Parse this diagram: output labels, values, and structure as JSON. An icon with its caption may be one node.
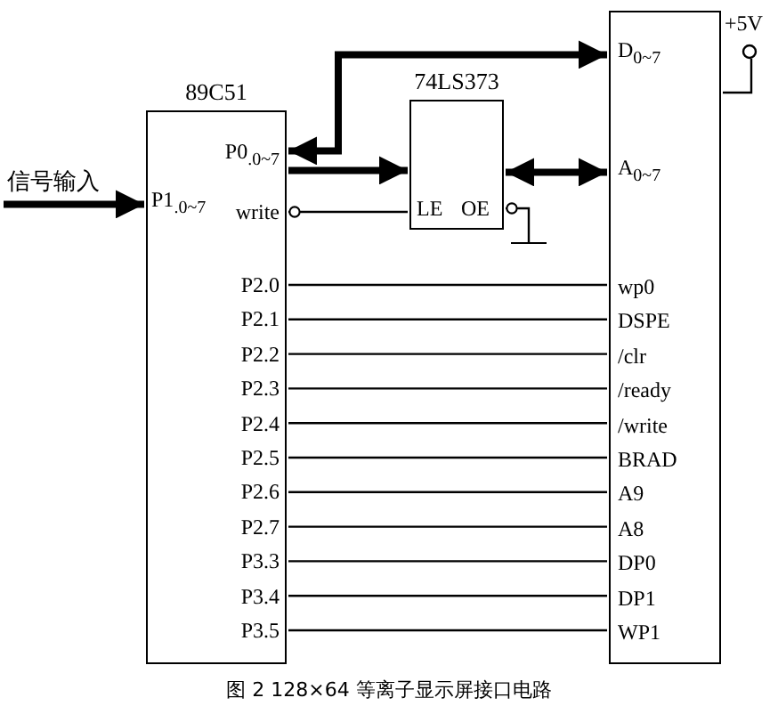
{
  "diagram": {
    "caption": "图 2 128×64 等离子显示屏接口电路",
    "nodes": [
      {
        "text": [
          "89C51"
        ]
      },
      {
        "text": [
          "P0$_{.0~7}$"
        ],
        "in": 0
      },
      {
        "text": [
          "P1$_{.0~7}$"
        ],
        "in": 0
      },
      {
        "text": [
          "write"
        ],
        "in": 0
      },
      {
        "text": [
          "P2.0"
        ],
        "in": 0
      },
      {
        "text": [
          "P2.1"
        ],
        "in": 0
      },
      {
        "text": [
          "P2.2"
        ],
        "in": 0
      },
      {
        "text": [
          "P2.3"
        ],
        "in": 0
      },
      {
        "text": [
          "P2.4"
        ],
        "in": 0
      },
      {
        "text": [
          "P2.5"
        ],
        "in": 0
      },
      {
        "text": [
          "P2.6"
        ],
        "in": 0
      },
      {
        "text": [
          "P2.7"
        ],
        "in": 0
      },
      {
        "text": [
          "P3.3"
        ],
        "in": 0
      },
      {
        "text": [
          "P3.4"
        ],
        "in": 0
      },
      {
        "text": [
          "P3.5"
        ],
        "in": 0
      },
      {
        "text": [
          "74LS373"
        ]
      },
      {
        "text": [
          "LE"
        ],
        "in": 15
      },
      {
        "text": [
          "OE"
        ],
        "in": 15
      },
      {
        "text": [],
        "shape": "box"
      },
      {
        "text": [
          "D$_{0~7}$"
        ],
        "in": 18
      },
      {
        "text": [
          "A$_{0~7}$"
        ],
        "in": 18
      },
      {
        "text": [
          "wp0"
        ],
        "in": 18
      },
      {
        "text": [
          "DSPE"
        ],
        "in": 18
      },
      {
        "text": [
          "/clr"
        ],
        "in": 18
      },
      {
        "text": [
          "/ready"
        ],
        "in": 18
      },
      {
        "text": [
          "/write"
        ],
        "in": 18
      },
      {
        "text": [
          "BRAD"
        ],
        "in": 18
      },
      {
        "text": [
          "A9"
        ],
        "in": 18
      },
      {
        "text": [
          "A8"
        ],
        "in": 18
      },
      {
        "text": [
          "DP0"
        ],
        "in": 18
      },
      {
        "text": [
          "DP1"
        ],
        "in": 18
      },
      {
        "text": [
          "WP1"
        ],
        "in": 18
      },
      {
        "text": [
          "+5V"
        ]
      },
      {
        "text": [],
        "shape": "ground"
      }
    ],
    "edges": [
      {
        "from": null,
        "to": 2,
        "arrow": "to",
        "label": "信号输入",
        "style": "thick"
      },
      {
        "from": 1,
        "to": 19,
        "arrow": "both",
        "style": "thick"
      },
      {
        "from": 1,
        "to": 15,
        "arrow": "to",
        "style": "thick"
      },
      {
        "from": 15,
        "to": 20,
        "arrow": "both",
        "style": "thick"
      },
      {
        "from": 3,
        "to": 16,
        "arrow": "other"
      },
      {
        "from": 17,
        "to": 33,
        "arrow": "other"
      },
      {
        "from": 4,
        "to": 21,
        "arrow": "none"
      },
      {
        "from": 5,
        "to": 22,
        "arrow": "none"
      },
      {
        "from": 6,
        "to": 23,
        "arrow": "none"
      },
      {
        "from": 7,
        "to": 24,
        "arrow": "none"
      },
      {
        "from": 8,
        "to": 25,
        "arrow": "none"
      },
      {
        "from": 9,
        "to": 26,
        "arrow": "none"
      },
      {
        "from": 10,
        "to": 27,
        "arrow": "none"
      },
      {
        "from": 11,
        "to": 28,
        "arrow": "none"
      },
      {
        "from": 12,
        "to": 29,
        "arrow": "none"
      },
      {
        "from": 13,
        "to": 30,
        "arrow": "none"
      },
      {
        "from": 14,
        "to": 31,
        "arrow": "none"
      },
      {
        "from": 18,
        "to": 32,
        "arrow": "none"
      }
    ]
  }
}
